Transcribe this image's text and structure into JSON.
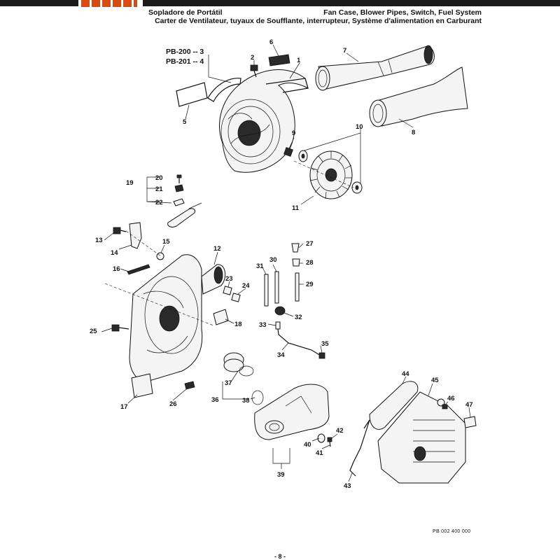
{
  "header": {
    "title_es": "Sopladore de Portátil",
    "title_en": "Fan Case, Blower Pipes, Switch, Fuel System",
    "title_fr": "Carter de Ventilateur, tuyaux de Soufflante, interrupteur, Système d'alimentation en Carburant"
  },
  "pb_refs": [
    "PB-200 -- 3",
    "PB-201 -- 4"
  ],
  "callouts": {
    "c1": "1",
    "c2": "2",
    "c5": "5",
    "c6": "6",
    "c7": "7",
    "c8": "8",
    "c9": "9",
    "c10": "10",
    "c11": "11",
    "c12": "12",
    "c13": "13",
    "c14": "14",
    "c15": "15",
    "c16": "16",
    "c17": "17",
    "c18": "18",
    "c19": "19",
    "c20": "20",
    "c21": "21",
    "c22": "22",
    "c23": "23",
    "c24": "24",
    "c25": "25",
    "c26": "26",
    "c27": "27",
    "c28": "28",
    "c29": "29",
    "c30": "30",
    "c31": "31",
    "c32": "32",
    "c33": "33",
    "c34": "34",
    "c35": "35",
    "c36": "36",
    "c37": "37",
    "c38": "38",
    "c39": "39",
    "c40": "40",
    "c41": "41",
    "c42": "42",
    "c43": "43",
    "c44": "44",
    "c45": "45",
    "c46": "46",
    "c47": "47"
  },
  "footer": {
    "ref_code": "PB 002 400 000",
    "page": "- 8 -"
  }
}
